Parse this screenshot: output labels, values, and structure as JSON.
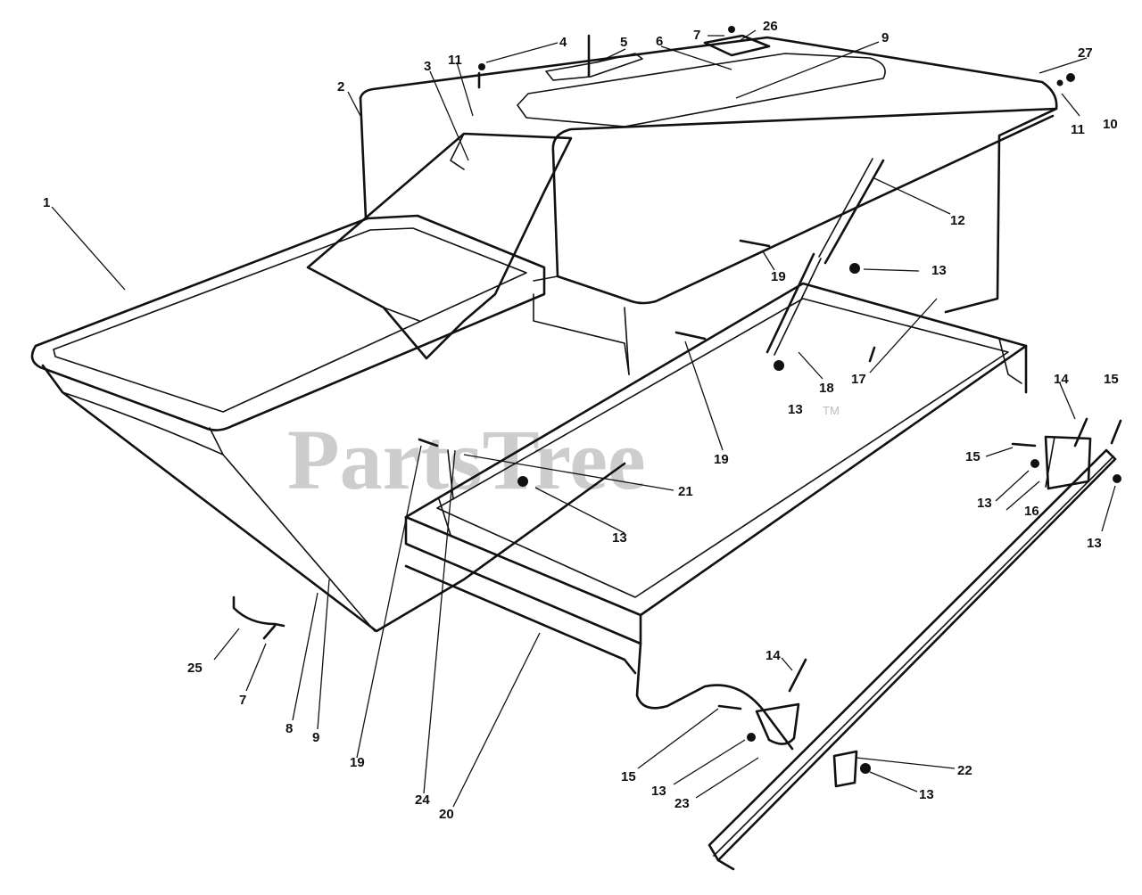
{
  "watermark": {
    "text": "PartsTree",
    "tm": "TM"
  },
  "callouts": [
    {
      "id": "c1",
      "label": "1"
    },
    {
      "id": "c2",
      "label": "2"
    },
    {
      "id": "c3",
      "label": "3"
    },
    {
      "id": "c4",
      "label": "4"
    },
    {
      "id": "c5",
      "label": "5"
    },
    {
      "id": "c6",
      "label": "6"
    },
    {
      "id": "c7a",
      "label": "7"
    },
    {
      "id": "c26",
      "label": "26"
    },
    {
      "id": "c9a",
      "label": "9"
    },
    {
      "id": "c27",
      "label": "27"
    },
    {
      "id": "c10",
      "label": "10"
    },
    {
      "id": "c11b",
      "label": "11"
    },
    {
      "id": "c11a",
      "label": "11"
    },
    {
      "id": "c12",
      "label": "12"
    },
    {
      "id": "c19a",
      "label": "19"
    },
    {
      "id": "c13a",
      "label": "13"
    },
    {
      "id": "c13b",
      "label": "13"
    },
    {
      "id": "c18",
      "label": "18"
    },
    {
      "id": "c17",
      "label": "17"
    },
    {
      "id": "c19b",
      "label": "19"
    },
    {
      "id": "c14a",
      "label": "14"
    },
    {
      "id": "c15a",
      "label": "15"
    },
    {
      "id": "c15b",
      "label": "15"
    },
    {
      "id": "c13c",
      "label": "13"
    },
    {
      "id": "c16",
      "label": "16"
    },
    {
      "id": "c13d",
      "label": "13"
    },
    {
      "id": "c21",
      "label": "21"
    },
    {
      "id": "c13e",
      "label": "13"
    },
    {
      "id": "c25",
      "label": "25"
    },
    {
      "id": "c7b",
      "label": "7"
    },
    {
      "id": "c8",
      "label": "8"
    },
    {
      "id": "c9b",
      "label": "9"
    },
    {
      "id": "c19c",
      "label": "19"
    },
    {
      "id": "c24",
      "label": "24"
    },
    {
      "id": "c20",
      "label": "20"
    },
    {
      "id": "c14b",
      "label": "14"
    },
    {
      "id": "c15c",
      "label": "15"
    },
    {
      "id": "c13f",
      "label": "13"
    },
    {
      "id": "c23",
      "label": "23"
    },
    {
      "id": "c22",
      "label": "22"
    },
    {
      "id": "c13g",
      "label": "13"
    }
  ]
}
